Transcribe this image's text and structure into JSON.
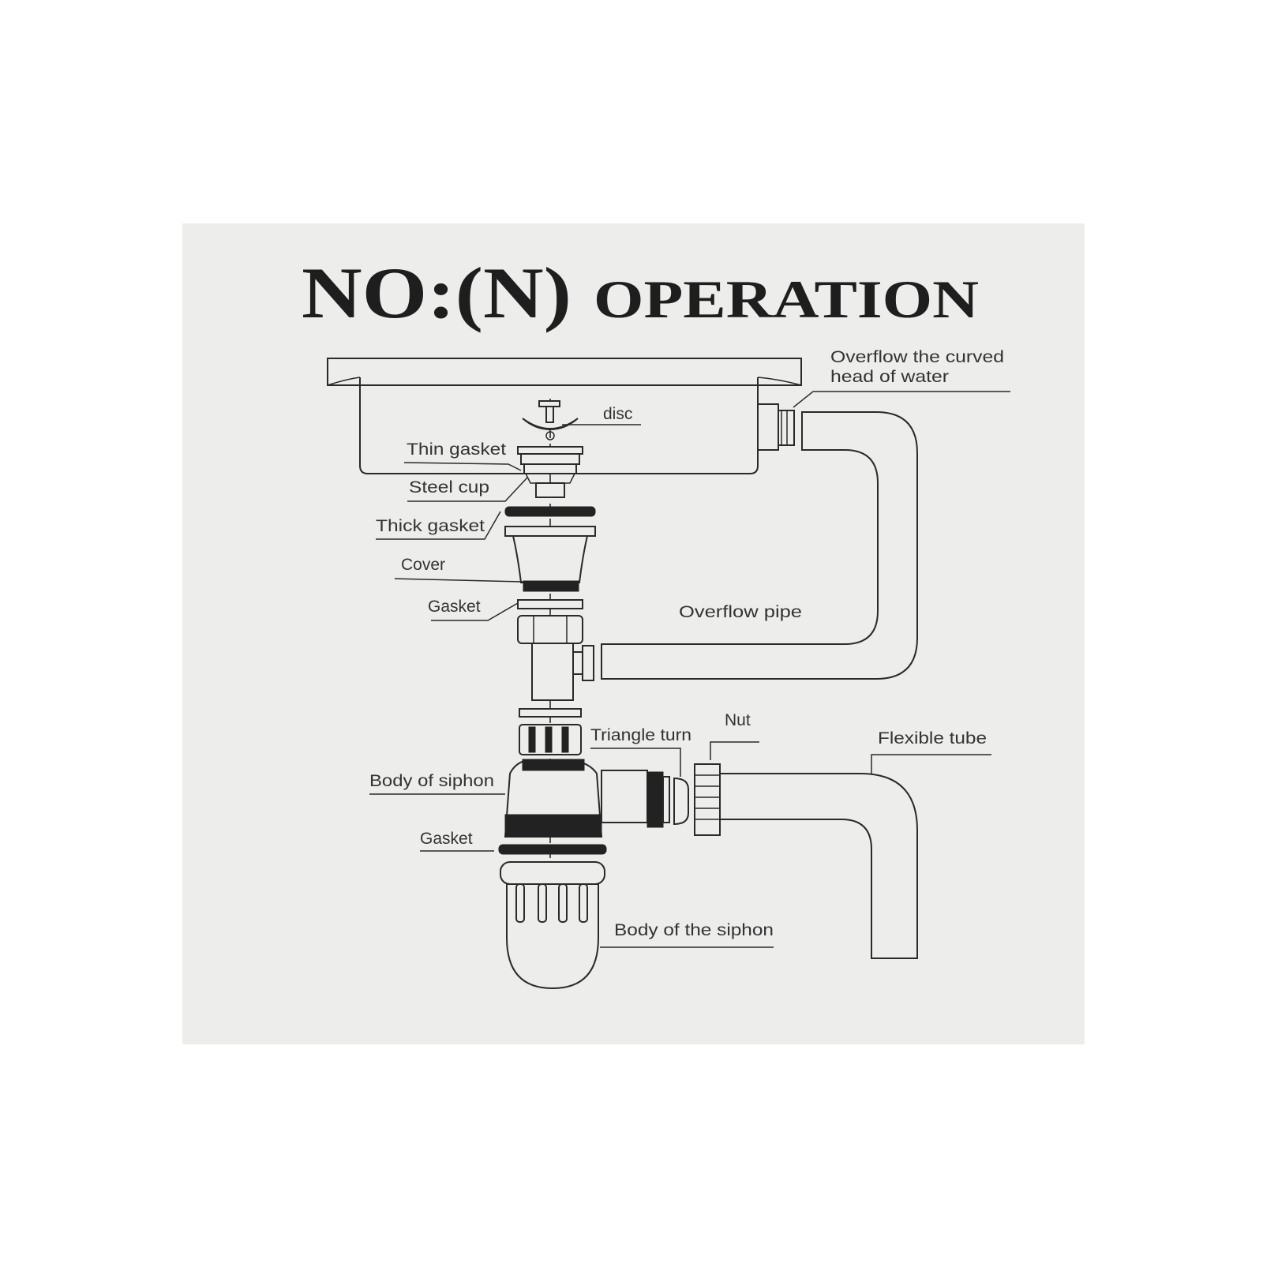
{
  "title": {
    "prefix": "NO:(N)",
    "word": "OPERATION"
  },
  "labels": {
    "overflow_head_line1": "Overflow the curved",
    "overflow_head_line2": "head of water",
    "disc": "disc",
    "thin_gasket": "Thin gasket",
    "steel_cup": "Steel cup",
    "thick_gasket": "Thick gasket",
    "cover": "Cover",
    "gasket_upper": "Gasket",
    "overflow_pipe": "Overflow  pipe",
    "triangle_turn": "Triangle turn",
    "nut": "Nut",
    "flexible_tube": "Flexible tube",
    "body_of_siphon": "Body of siphon",
    "gasket_lower": "Gasket",
    "body_of_the_siphon": "Body of the siphon"
  },
  "colors": {
    "paper": "#ededeb",
    "ink": "#2a2a2a"
  }
}
